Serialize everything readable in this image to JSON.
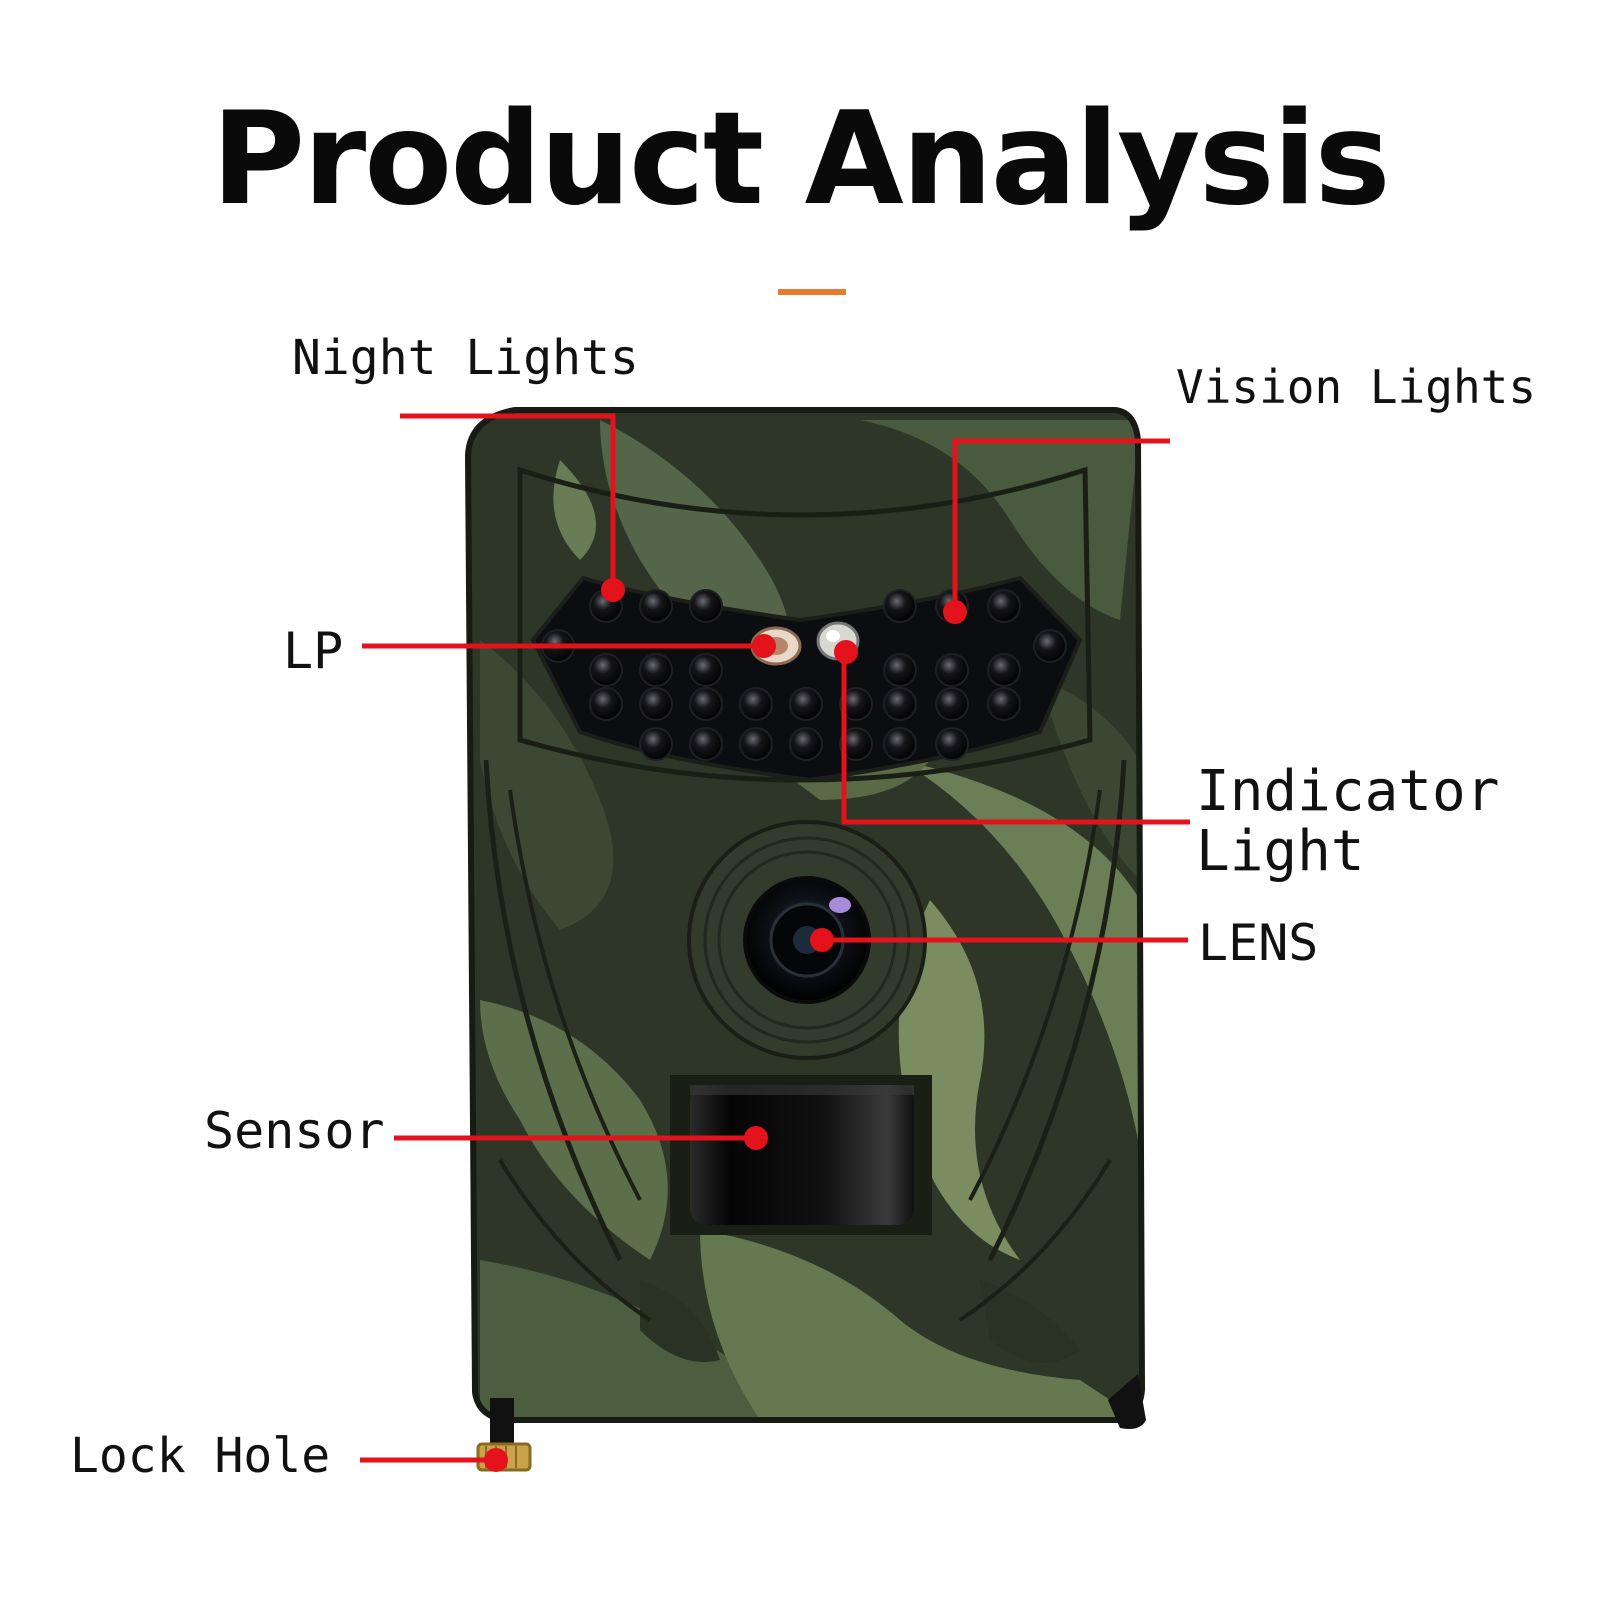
{
  "title": "Product Analysis",
  "colors": {
    "accent": "#e87a2e",
    "callout": "#e3121b",
    "camo_dark": "#262d20",
    "camo_mid": "#44513a",
    "camo_light": "#6f8257"
  },
  "callouts": {
    "night_lights": "Night Lights",
    "vision_lights": "Vision Lights",
    "lp": "LP",
    "indicator_light": "Indicator Light",
    "lens": "LENS",
    "sensor": "Sensor",
    "lock_hole": "Lock Hole"
  }
}
